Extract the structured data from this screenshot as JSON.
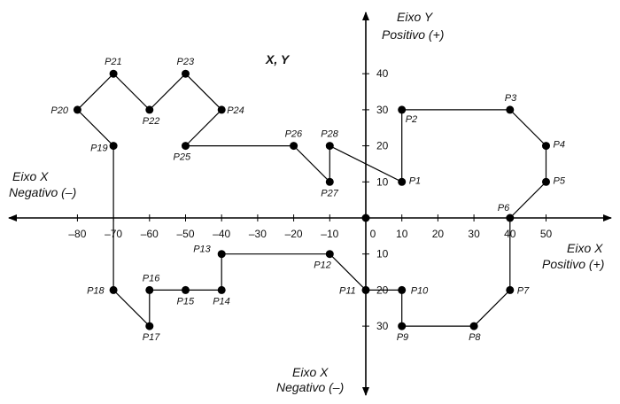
{
  "diagram": {
    "title": "X, Y",
    "axis_labels": {
      "y_positive": [
        "Eixo Y",
        "Positivo (+)"
      ],
      "x_negative": [
        "Eixo X",
        "Negativo (–)"
      ],
      "x_positive": [
        "Eixo X",
        "Positivo (+)"
      ],
      "y_negative": [
        "Eixo X",
        "Negativo (–)"
      ]
    },
    "x_ticks": [
      "–80",
      "–70",
      "–60",
      "–50",
      "–40",
      "–30",
      "–20",
      "–10",
      "0",
      "10",
      "20",
      "30",
      "40",
      "50"
    ],
    "x_tick_values": [
      -80,
      -70,
      -60,
      -50,
      -40,
      -30,
      -20,
      -10,
      0,
      10,
      20,
      30,
      40,
      50
    ],
    "y_ticks_pos": [
      "40",
      "30",
      "20",
      "10"
    ],
    "y_tick_pos_values": [
      40,
      30,
      20,
      10
    ],
    "y_ticks_neg": [
      "10",
      "20",
      "30"
    ],
    "y_tick_neg_values": [
      -10,
      -20,
      -30
    ],
    "points": [
      {
        "name": "P1",
        "x": 10,
        "y": 10
      },
      {
        "name": "P2",
        "x": 10,
        "y": 30
      },
      {
        "name": "P3",
        "x": 40,
        "y": 30
      },
      {
        "name": "P4",
        "x": 50,
        "y": 20
      },
      {
        "name": "P5",
        "x": 50,
        "y": 10
      },
      {
        "name": "P6",
        "x": 40,
        "y": 0
      },
      {
        "name": "P7",
        "x": 40,
        "y": -20
      },
      {
        "name": "P8",
        "x": 30,
        "y": -30
      },
      {
        "name": "P9",
        "x": 10,
        "y": -30
      },
      {
        "name": "P10",
        "x": 10,
        "y": -20
      },
      {
        "name": "P11",
        "x": 0,
        "y": -20
      },
      {
        "name": "P12",
        "x": -10,
        "y": -10
      },
      {
        "name": "P13",
        "x": -40,
        "y": -10
      },
      {
        "name": "P14",
        "x": -40,
        "y": -20
      },
      {
        "name": "P15",
        "x": -50,
        "y": -20
      },
      {
        "name": "P16",
        "x": -60,
        "y": -20
      },
      {
        "name": "P17",
        "x": -60,
        "y": -30
      },
      {
        "name": "P18",
        "x": -70,
        "y": -20
      },
      {
        "name": "P19",
        "x": -70,
        "y": 20
      },
      {
        "name": "P20",
        "x": -80,
        "y": 30
      },
      {
        "name": "P21",
        "x": -70,
        "y": 40
      },
      {
        "name": "P22",
        "x": -60,
        "y": 30
      },
      {
        "name": "P23",
        "x": -50,
        "y": 40
      },
      {
        "name": "P24",
        "x": -40,
        "y": 30
      },
      {
        "name": "P25",
        "x": -50,
        "y": 20
      },
      {
        "name": "P26",
        "x": -20,
        "y": 20
      },
      {
        "name": "P27",
        "x": -10,
        "y": 10
      },
      {
        "name": "P28",
        "x": -10,
        "y": 20
      }
    ],
    "path_order": [
      "P11",
      "P10",
      "P9",
      "P8",
      "P7",
      "P6",
      "P5",
      "P4",
      "P3",
      "P2",
      "P1",
      "P28",
      "P27",
      "P26",
      "P25",
      "P24",
      "P23",
      "P22",
      "P21",
      "P20",
      "P19",
      "P18",
      "P17",
      "P16",
      "P15",
      "P14",
      "P13",
      "P12",
      "P11"
    ]
  }
}
